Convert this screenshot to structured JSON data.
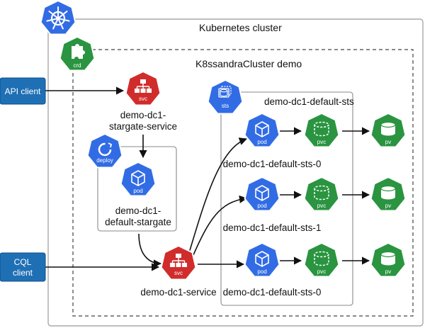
{
  "cluster": {
    "title": "Kubernetes cluster"
  },
  "crd": {
    "icon_label": "crd",
    "title": "K8ssandraCluster demo"
  },
  "clients": {
    "api": {
      "label": "API client"
    },
    "cql": {
      "line1": "CQL",
      "line2": "client"
    }
  },
  "stargate_service": {
    "icon_label": "svc",
    "line1": "demo-dc1-",
    "line2": "stargate-service"
  },
  "deploy": {
    "icon_label": "deploy"
  },
  "stargate_pod": {
    "icon_label": "pod",
    "line1": "demo-dc1-",
    "line2": "default-stargate"
  },
  "service": {
    "icon_label": "svc",
    "label": "demo-dc1-service"
  },
  "sts": {
    "icon_label": "sts",
    "title": "demo-dc1-default-sts"
  },
  "rows": [
    {
      "pod_label": "pod",
      "pvc_label": "pvc",
      "pv_label": "pv",
      "name": "demo-dc1-default-sts-0"
    },
    {
      "pod_label": "pod",
      "pvc_label": "pvc",
      "pv_label": "pv",
      "name": "demo-dc1-default-sts-1"
    },
    {
      "pod_label": "pod",
      "pvc_label": "pvc",
      "pv_label": "pv",
      "name": "demo-dc1-default-sts-0"
    }
  ],
  "colors": {
    "blue": "#326ce5",
    "red": "#d12c2c",
    "green": "#2a9440",
    "client": "#1f6fb5"
  }
}
